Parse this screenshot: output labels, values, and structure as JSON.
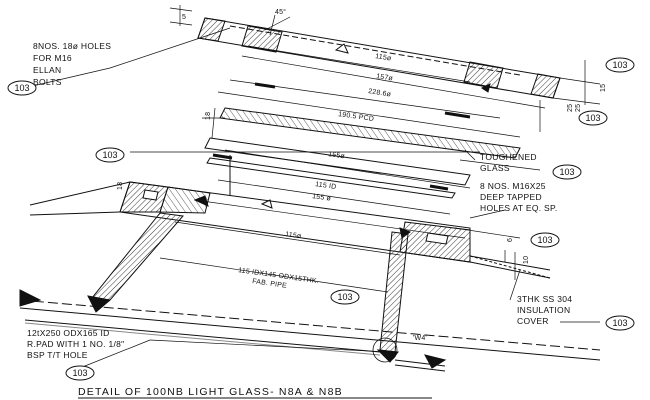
{
  "drawing": {
    "title": "DETAIL OF 100NB LIGHT GLASS- N8A & N8B",
    "callout_ref": "103",
    "notes": {
      "bolts": [
        "8NOS. 18ø HOLES",
        "FOR M16",
        "ELLAN",
        "BOLTS"
      ],
      "glass": [
        "TOUGHENED",
        "GLASS"
      ],
      "tapped": [
        "8 NOS. M16X25",
        "DEEP TAPPED",
        "HOLES AT EQ. SP."
      ],
      "insulation": [
        "3THK SS 304",
        "INSULATION",
        "COVER"
      ],
      "pad": [
        "12tX250 ODX165 ID",
        "R.PAD WITH 1 NO. 1/8\"",
        "BSP T/T HOLE"
      ]
    },
    "dims": {
      "d115_top": "115ø",
      "d157": "157ø",
      "d228": "228.6ø",
      "pcd": "190.5 PCD",
      "d155_mid": "155ø",
      "d115_id": "115 ID",
      "d155_low": "155 ø",
      "d115_low": "115ø",
      "pipe1": "115 IDX145 ODX15THK.",
      "pipe2": "FAB. PIPE",
      "angle": "45°",
      "t5": "5",
      "t15": "15",
      "t25a": "25",
      "t25b": "25",
      "t18a": "18",
      "t18b": "18",
      "t6": "6",
      "t10": "10",
      "weld": "'W4'"
    }
  }
}
